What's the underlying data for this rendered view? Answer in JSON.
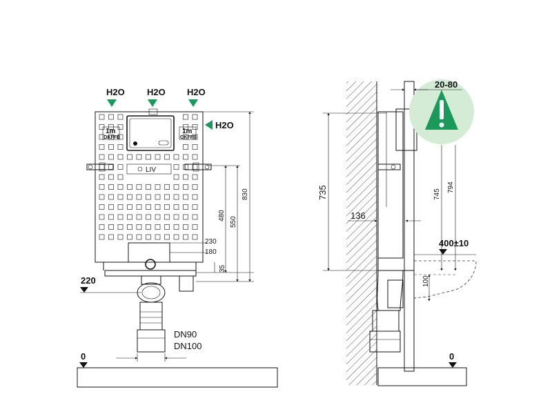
{
  "front_view": {
    "water_inlet_labels": [
      "H2O",
      "H2O",
      "H2O"
    ],
    "side_inlet_label": "H2O",
    "level_marks": [
      "1m",
      "1m"
    ],
    "okffb_labels": [
      "OKFFB",
      "OKFFB"
    ],
    "logo_text": "LIV",
    "dim_830": "830",
    "dim_550": "550",
    "dim_480": "480",
    "dim_230": "230",
    "dim_180": "180",
    "dim_35": "35",
    "dim_220": "220",
    "pipe_dn90": "DN90",
    "pipe_dn100": "DN100",
    "floor_zero": "0",
    "accent_color": "#1a9a5a"
  },
  "side_view": {
    "dim_20_80": "20-80",
    "dim_735": "735",
    "dim_136": "136",
    "dim_745": "745",
    "dim_794": "794",
    "dim_400": "400±10",
    "dim_100": "100",
    "floor_zero": "0",
    "warning_icon": "exclamation-warning-icon",
    "warning_bg": "#d4ecd6",
    "warning_color": "#1a9a5a"
  }
}
